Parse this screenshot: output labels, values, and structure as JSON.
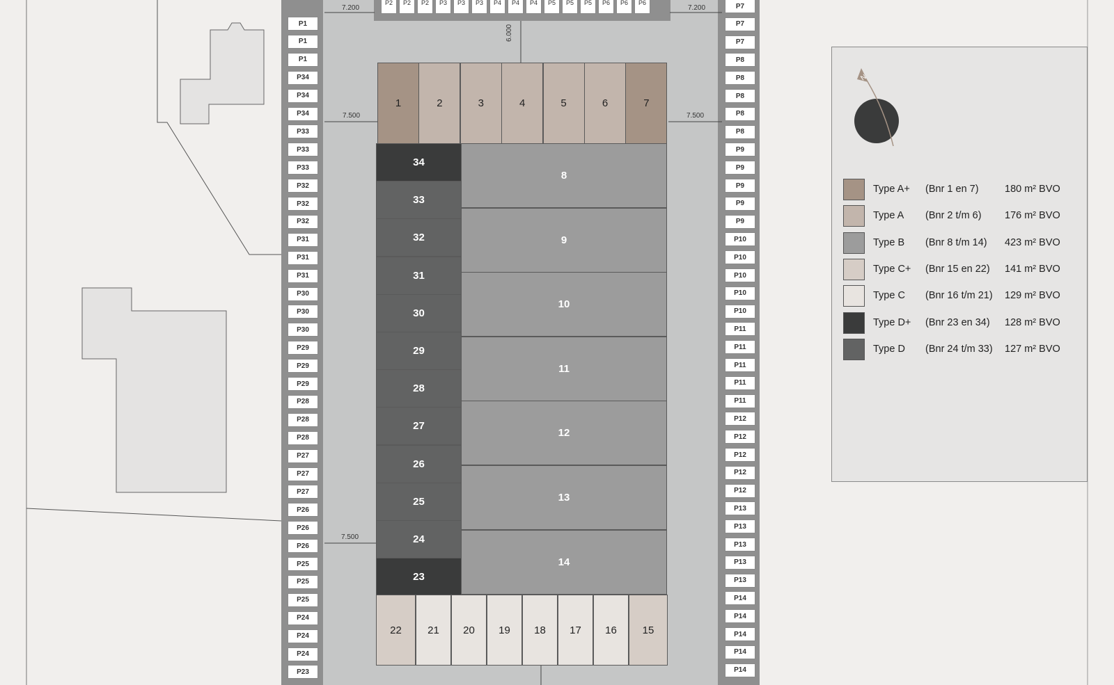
{
  "dimensions": {
    "top_left": "7.200",
    "top_right": "7.200",
    "top_center": "6.000",
    "mid_left": "7.500",
    "mid_right": "7.500",
    "lower_left": "7.500"
  },
  "parking": {
    "left": [
      "P1",
      "P1",
      "P1",
      "P34",
      "P34",
      "P34",
      "P33",
      "P33",
      "P33",
      "P32",
      "P32",
      "P32",
      "P31",
      "P31",
      "P31",
      "P30",
      "P30",
      "P30",
      "P29",
      "P29",
      "P29",
      "P28",
      "P28",
      "P28",
      "P27",
      "P27",
      "P27",
      "P26",
      "P26",
      "P26",
      "P25",
      "P25",
      "P25",
      "P24",
      "P24",
      "P24",
      "P23"
    ],
    "right": [
      "P7",
      "P7",
      "P7",
      "P8",
      "P8",
      "P8",
      "P8",
      "P8",
      "P9",
      "P9",
      "P9",
      "P9",
      "P9",
      "P10",
      "P10",
      "P10",
      "P10",
      "P10",
      "P11",
      "P11",
      "P11",
      "P11",
      "P11",
      "P12",
      "P12",
      "P12",
      "P12",
      "P12",
      "P13",
      "P13",
      "P13",
      "P13",
      "P13",
      "P14",
      "P14",
      "P14",
      "P14",
      "P14"
    ],
    "top": [
      "P2",
      "P2",
      "P2",
      "P3",
      "P3",
      "P3",
      "P4",
      "P4",
      "P4",
      "P5",
      "P5",
      "P5",
      "P6",
      "P6",
      "P6"
    ]
  },
  "lots": {
    "top_row": [
      "1",
      "2",
      "3",
      "4",
      "5",
      "6",
      "7"
    ],
    "left_column": [
      "34",
      "33",
      "32",
      "31",
      "30",
      "29",
      "28",
      "27",
      "26",
      "25",
      "24",
      "23"
    ],
    "right_column": [
      "8",
      "9",
      "10",
      "11",
      "12",
      "13",
      "14"
    ],
    "bottom_row": [
      "22",
      "21",
      "20",
      "19",
      "18",
      "17",
      "16",
      "15"
    ]
  },
  "colors": {
    "type_a_plus": "#a59385",
    "type_a": "#c2b5ac",
    "type_b": "#9c9c9c",
    "type_c_plus": "#d6cdc6",
    "type_c": "#e8e4e0",
    "type_d_plus": "#3a3b3b",
    "type_d": "#626363"
  },
  "compass": {
    "label": "N",
    "icon": "north-arrow-icon"
  },
  "legend": [
    {
      "type": "Type A+",
      "bnr": "(Bnr 1 en 7)",
      "area": "180 m² BVO",
      "color": "#a59385"
    },
    {
      "type": "Type A",
      "bnr": "(Bnr 2 t/m 6)",
      "area": "176 m² BVO",
      "color": "#c2b5ac"
    },
    {
      "type": "Type B",
      "bnr": "(Bnr 8 t/m 14)",
      "area": "423 m² BVO",
      "color": "#9c9c9c"
    },
    {
      "type": "Type C+",
      "bnr": "(Bnr 15 en 22)",
      "area": "141 m² BVO",
      "color": "#d6cdc6"
    },
    {
      "type": "Type C",
      "bnr": "(Bnr 16 t/m 21)",
      "area": "129 m² BVO",
      "color": "#e8e4e0"
    },
    {
      "type": "Type D+",
      "bnr": "(Bnr 23 en 34)",
      "area": "128 m² BVO",
      "color": "#3a3b3b"
    },
    {
      "type": "Type D",
      "bnr": "(Bnr 24 t/m 33)",
      "area": "127 m² BVO",
      "color": "#626363"
    }
  ]
}
